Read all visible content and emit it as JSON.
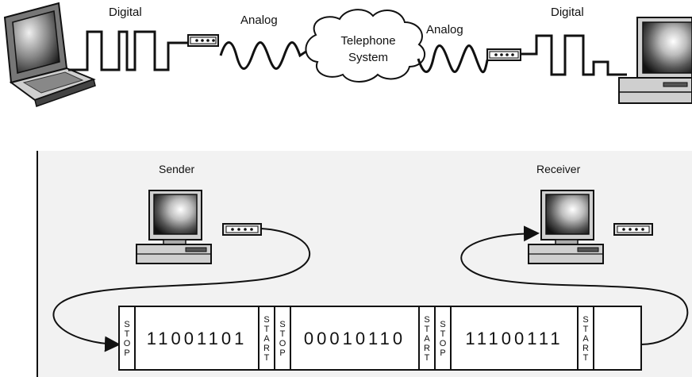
{
  "top": {
    "label_digital_left": "Digital",
    "label_analog_left": "Analog",
    "cloud_line1": "Telephone",
    "cloud_line2": "System",
    "label_analog_right": "Analog",
    "label_digital_right": "Digital"
  },
  "bottom": {
    "sender_label": "Sender",
    "receiver_label": "Receiver",
    "frame": [
      {
        "kind": "bits",
        "text": "11001101"
      },
      {
        "kind": "marker",
        "text": "START"
      },
      {
        "kind": "marker",
        "text": "STOP"
      },
      {
        "kind": "bits",
        "text": "00010110"
      },
      {
        "kind": "marker",
        "text": "START"
      },
      {
        "kind": "marker",
        "text": "STOP"
      },
      {
        "kind": "bits",
        "text": "11100111"
      },
      {
        "kind": "marker",
        "text": "START"
      }
    ],
    "first_marker": "STOP"
  }
}
